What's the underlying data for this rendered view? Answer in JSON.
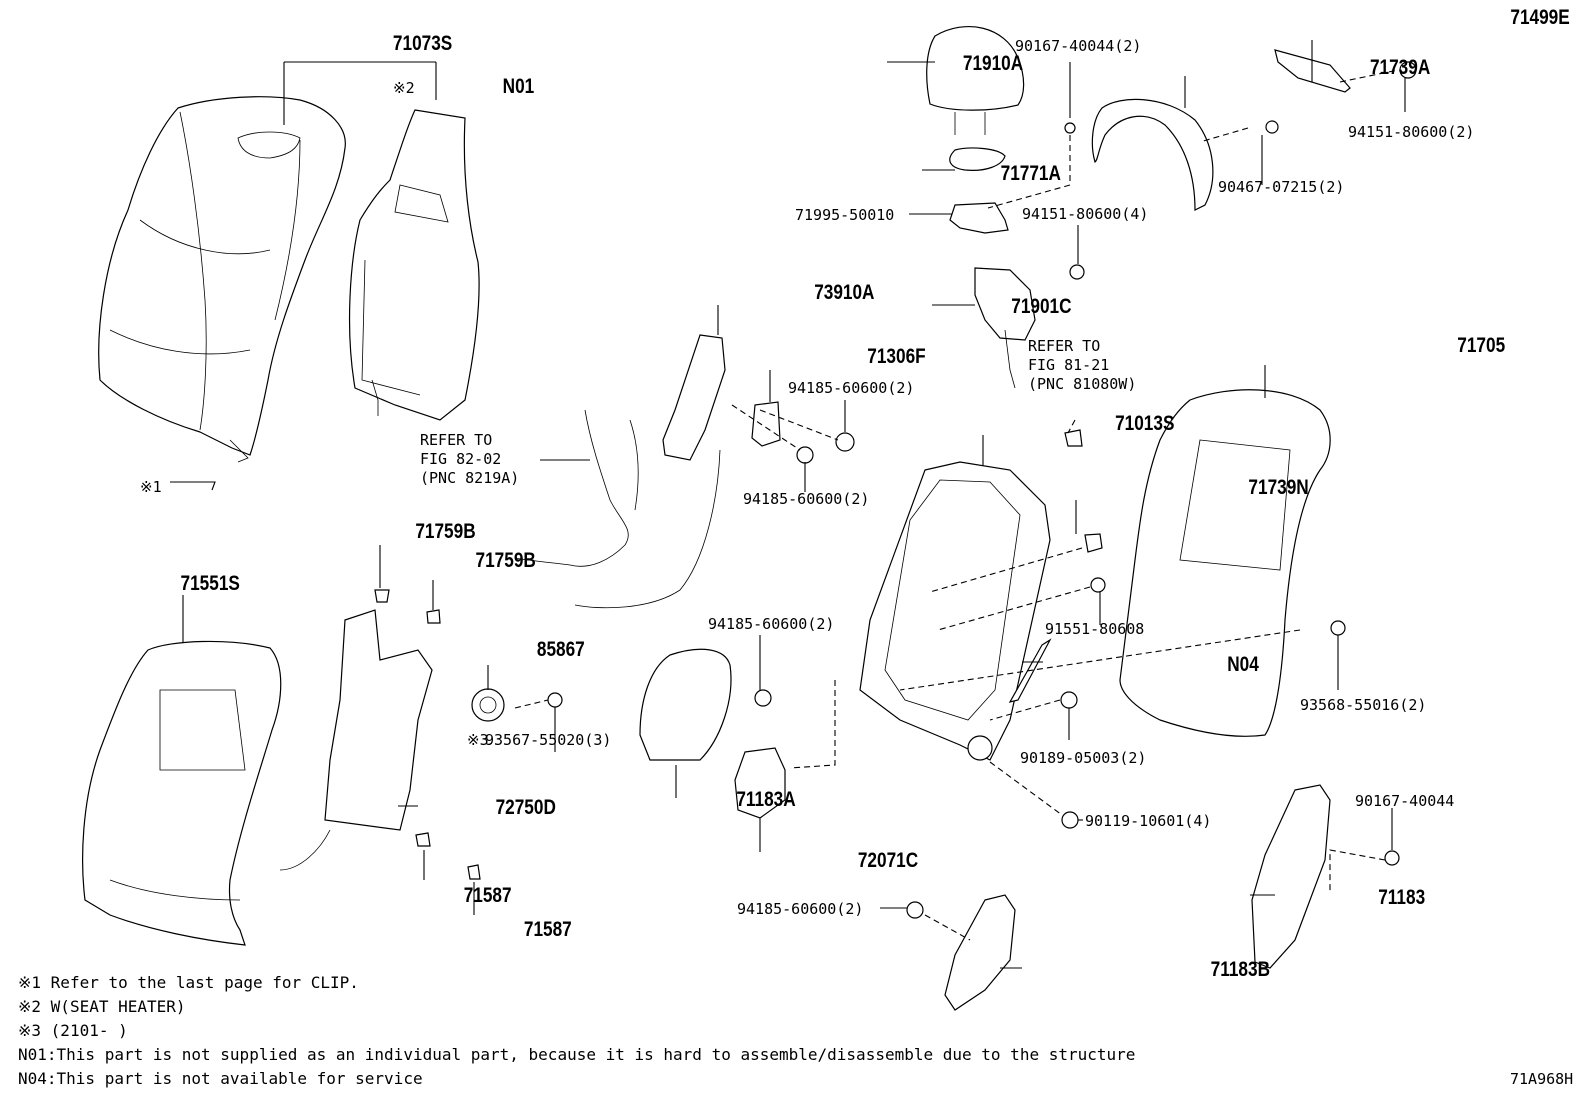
{
  "diagram": {
    "code": "71A968H",
    "labels": {
      "p71073S": "71073S",
      "n01": "N01",
      "mark2": "※2",
      "p71910A": "71910A",
      "p90167_40044_2": "90167-40044(2)",
      "p71739A": "71739A",
      "p71499E": "71499E",
      "p94151_80600_2": "94151-80600(2)",
      "p71771A": "71771A",
      "p90467_07215_2": "90467-07215(2)",
      "p71995_50010": "71995-50010",
      "p94151_80600_4": "94151-80600(4)",
      "p71901C": "71901C",
      "refer81_a": "REFER TO",
      "refer81_b": "FIG 81-21",
      "refer81_c": "(PNC 81080W)",
      "p73910A": "73910A",
      "p71306F": "71306F",
      "p94185_60600_2_a": "94185-60600(2)",
      "refer82_a": "REFER TO",
      "refer82_b": "FIG 82-02",
      "refer82_c": "(PNC 8219A)",
      "p94185_60600_2_b": "94185-60600(2)",
      "p71705": "71705",
      "p71013S": "71013S",
      "mark1": "※1",
      "p71739N": "71739N",
      "p71759B_a": "71759B",
      "p71759B_b": "71759B",
      "p71551S": "71551S",
      "p91551_80608": "91551-80608",
      "p94185_60600_2_c": "94185-60600(2)",
      "n04": "N04",
      "p93568_55016_2": "93568-55016(2)",
      "p85867": "85867",
      "p90189_05003_2": "90189-05003(2)",
      "mark3": "※3",
      "p93567_55020_3": "93567-55020(3)",
      "p71183A": "71183A",
      "p72750D": "72750D",
      "p90119_10601_4": "90119-10601(4)",
      "p90167_40044": "90167-40044",
      "p72071C": "72071C",
      "p71587_a": "71587",
      "p71587_b": "71587",
      "p71183": "71183",
      "p94185_60600_2_d": "94185-60600(2)",
      "p71183B": "71183B"
    },
    "footnotes": [
      "※1  Refer to the last page for CLIP.",
      "※2  W(SEAT HEATER)",
      "※3  (2101-   )",
      "N01:This part is not supplied as an individual part, because it is hard to assemble/disassemble due to the structure",
      "N04:This part is not available for service"
    ]
  }
}
